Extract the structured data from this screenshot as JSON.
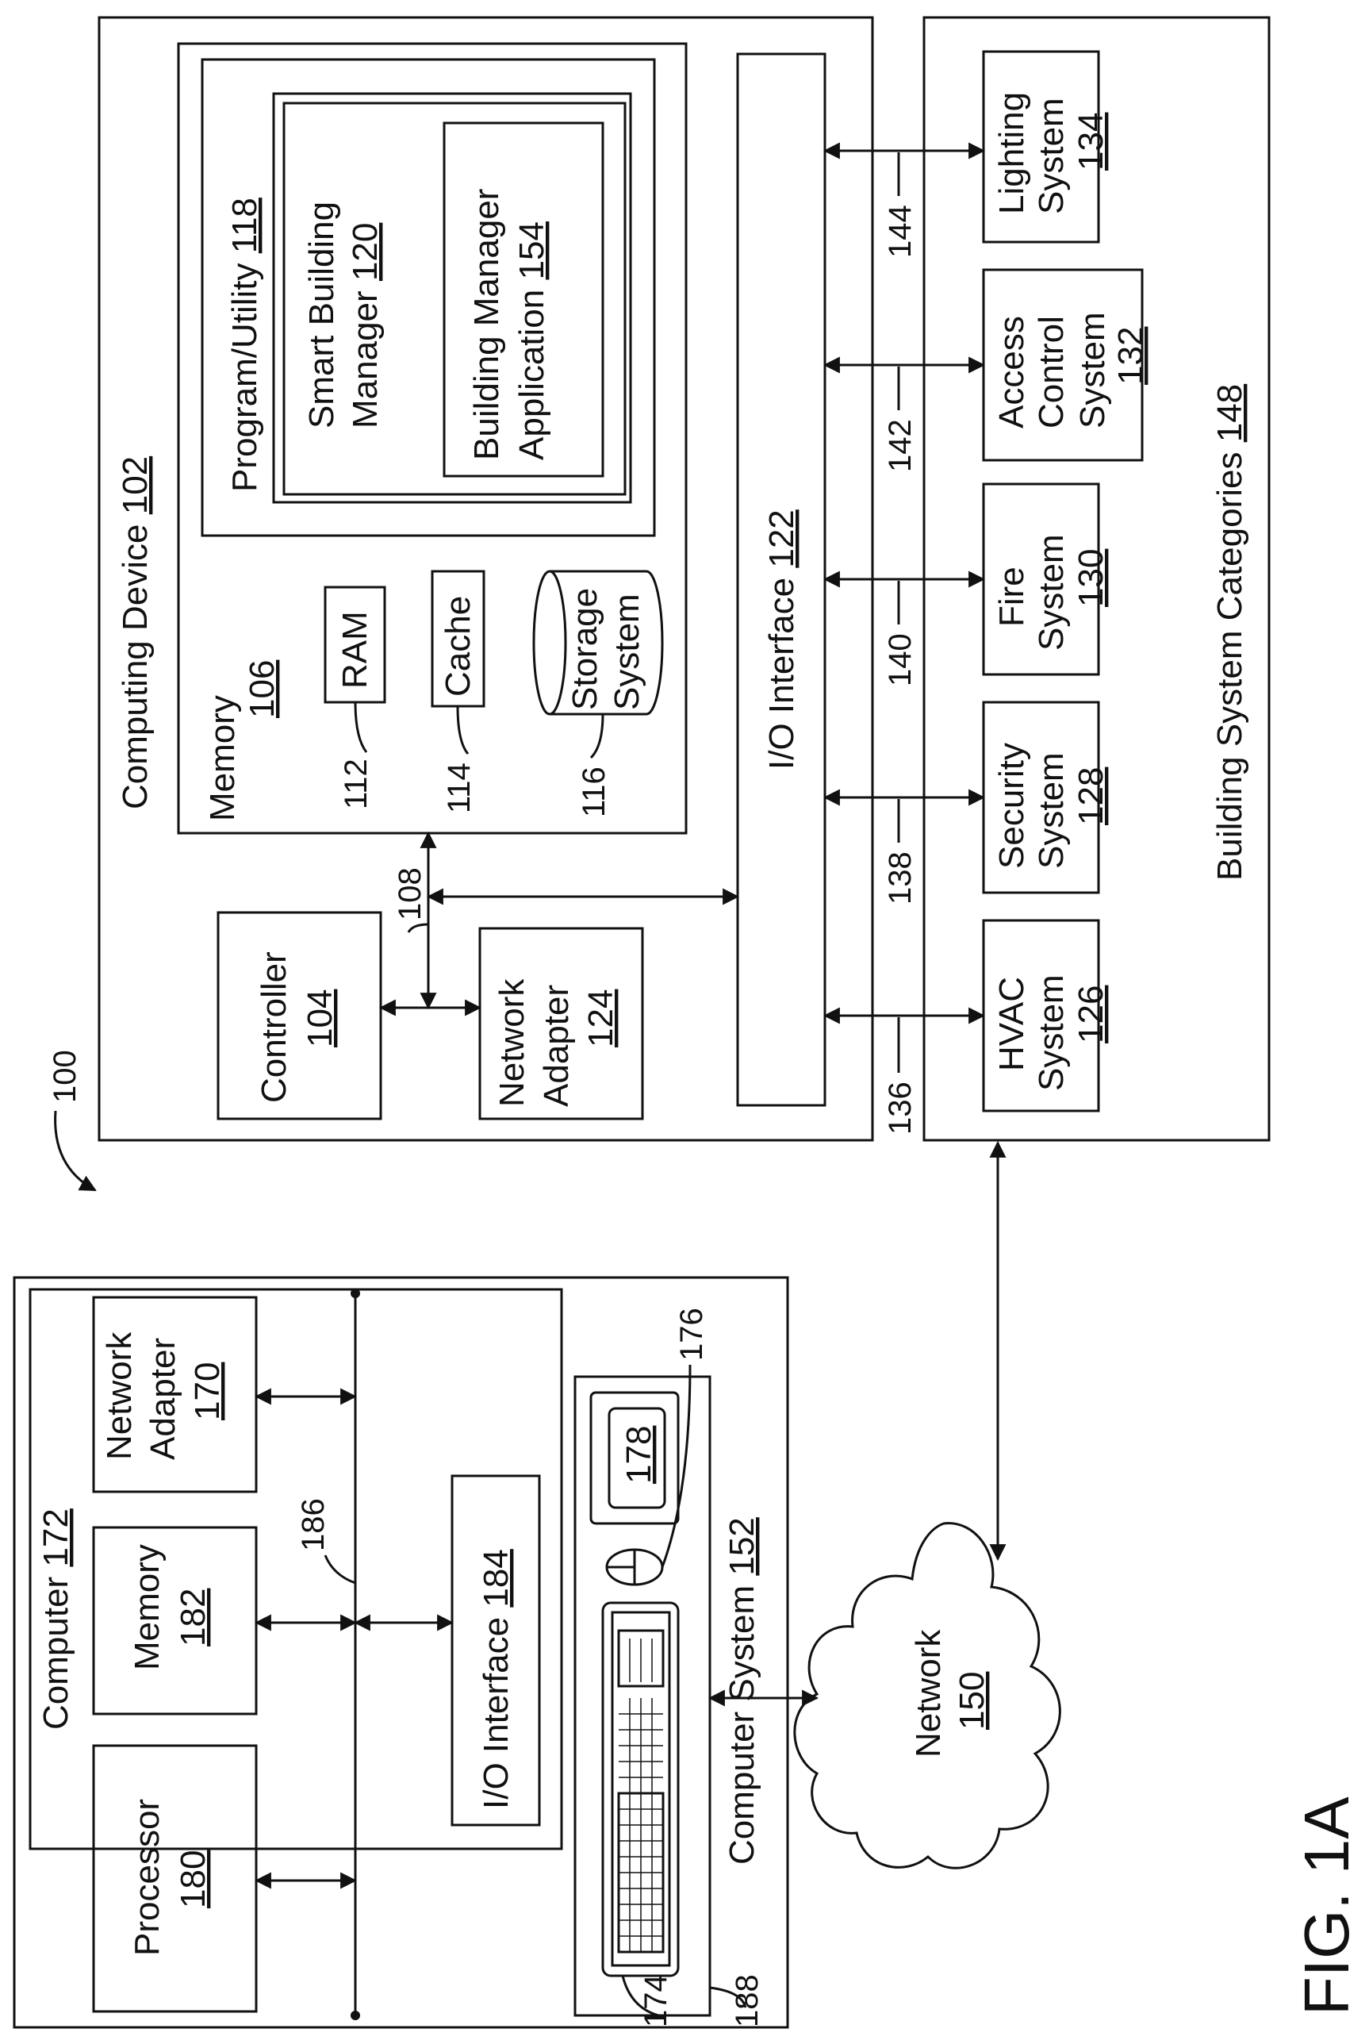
{
  "figure_label": "FIG. 1A",
  "system_ref": "100",
  "computing_device": {
    "label": "Computing Device",
    "ref": "102"
  },
  "controller": {
    "label": "Controller",
    "ref": "104"
  },
  "memory": {
    "label": "Memory",
    "ref": "106"
  },
  "bus_ref": "108",
  "ram": {
    "label": "RAM",
    "ref": "112"
  },
  "cache": {
    "label": "Cache",
    "ref": "114"
  },
  "storage": {
    "line1": "Storage",
    "line2": "System",
    "ref": "116"
  },
  "program": {
    "label": "Program/Utility",
    "ref": "118"
  },
  "smart_building_manager": {
    "line1": "Smart Building",
    "line2": "Manager",
    "ref": "120"
  },
  "building_manager_app": {
    "line1": "Building Manager",
    "line2": "Application",
    "ref": "154"
  },
  "io_interface": {
    "label": "I/O Interface",
    "ref": "122"
  },
  "network_adapter": {
    "line1": "Network",
    "line2": "Adapter",
    "ref": "124"
  },
  "building_categories": {
    "label": "Building System Categories",
    "ref": "148"
  },
  "systems": [
    {
      "line1": "HVAC",
      "line2": "System",
      "ref": "126",
      "link": "136"
    },
    {
      "line1": "Security",
      "line2": "System",
      "ref": "128",
      "link": "138"
    },
    {
      "line1": "Fire",
      "line2": "System",
      "ref": "130",
      "link": "140"
    },
    {
      "line1": "Access",
      "line2": "Control",
      "line3": "System",
      "ref": "132",
      "link": "142"
    },
    {
      "line1": "Lighting",
      "line2": "System",
      "ref": "134",
      "link": "144"
    }
  ],
  "computer": {
    "label": "Computer",
    "ref": "172"
  },
  "processor": {
    "label": "Processor",
    "ref": "180"
  },
  "memory2": {
    "label": "Memory",
    "ref": "182"
  },
  "network_adapter2": {
    "line1": "Network",
    "line2": "Adapter",
    "ref": "170"
  },
  "io_interface2": {
    "label": "I/O Interface",
    "ref": "184"
  },
  "bus2_ref": "186",
  "computer_system": {
    "label": "Computer System",
    "ref": "152"
  },
  "keyboard_ref": "174",
  "mouse_ref": "176",
  "display_ref": "178",
  "workstation_ref": "188",
  "network": {
    "label": "Network",
    "ref": "150"
  }
}
